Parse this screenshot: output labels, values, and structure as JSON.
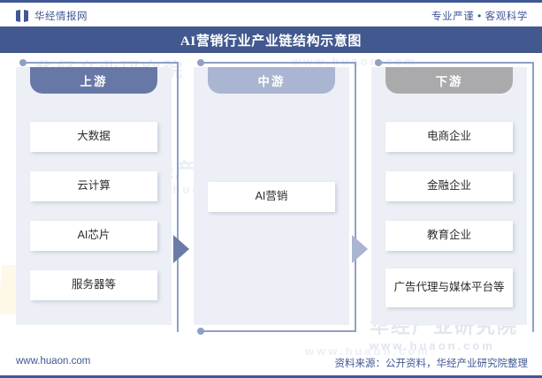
{
  "header": {
    "brand": "华经情报网",
    "slogan": "专业严谨 • 客观科学",
    "logo_icon": "book-icon"
  },
  "title": {
    "text": "AI营销行业产业链结构示意图"
  },
  "colors": {
    "brand_blue": "#3f5794",
    "title_band": "#42598f",
    "upstream_header": "#6878a6",
    "midstream_header": "#a9b5d1",
    "downstream_header": "#aaaaac",
    "panel_bg": "#ecf0f6",
    "frame_line": "#8fa0c4",
    "arrow_1": "#6b7ba8",
    "arrow_2": "#a9b5d1"
  },
  "columns": [
    {
      "key": "upstream",
      "header": "上游",
      "nodes": [
        "大数据",
        "云计算",
        "AI芯片",
        "服务器等"
      ]
    },
    {
      "key": "midstream",
      "header": "中游",
      "nodes": [
        "AI营销"
      ]
    },
    {
      "key": "downstream",
      "header": "下游",
      "nodes": [
        "电商企业",
        "金融企业",
        "教育企业",
        "广告代理与媒体平台等"
      ]
    }
  ],
  "watermarks": [
    {
      "cn": "华经产业研究院",
      "en": "www.huaon.com"
    }
  ],
  "footer": {
    "url": "www.huaon.com",
    "source": "资料来源：公开资料，华经产业研究院整理"
  }
}
